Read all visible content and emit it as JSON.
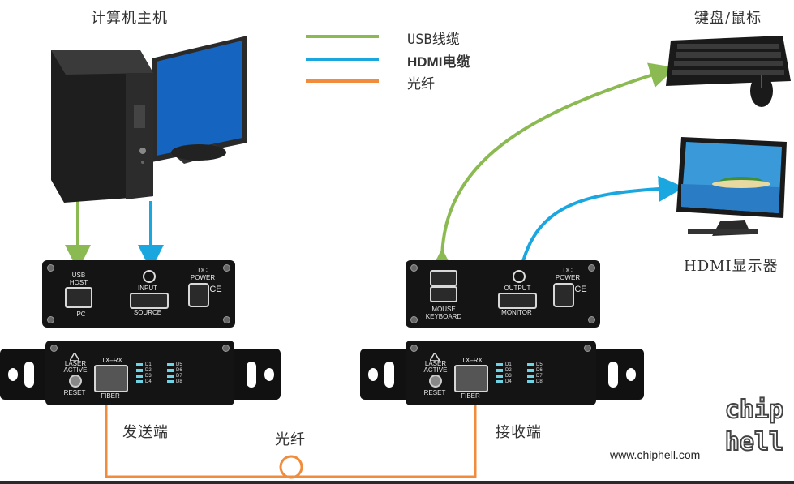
{
  "labels": {
    "pc": "计算机主机",
    "keyboard_mouse": "键盘/鼠标",
    "monitor": "HDMI显示器",
    "sender": "发送端",
    "receiver": "接收端",
    "fiber_bottom": "光纤"
  },
  "legend": [
    {
      "label": "USB线缆",
      "color": "#8cba52"
    },
    {
      "label": "HDMI电缆",
      "color": "#1aa7e0"
    },
    {
      "label": "光纤",
      "color": "#f08c3c"
    }
  ],
  "tx_back": {
    "usb": [
      "USB",
      "HOST"
    ],
    "usb_bottom": "PC",
    "input": "INPUT",
    "source": "SOURCE",
    "dc": [
      "DC",
      "POWER"
    ],
    "ce": "CE"
  },
  "rx_back": {
    "mouse": "MOUSE",
    "keyboard": "KEYBOARD",
    "output": "OUTPUT",
    "monitor": "MONITOR",
    "dc": [
      "DC",
      "POWER"
    ],
    "ce": "CE"
  },
  "front": {
    "laser": "LASER",
    "active": "ACTIVE",
    "reset": "RESET",
    "tx_rx": "TX–RX",
    "fiber": "FIBER",
    "leds_left": [
      "D1",
      "D2",
      "D3",
      "D4"
    ],
    "leds_right": [
      "D5",
      "D6",
      "D7",
      "D8"
    ]
  },
  "watermark": {
    "url": "www.chiphell.com",
    "logo": "chip hell"
  },
  "colors": {
    "usb": "#8cba52",
    "hdmi": "#1aa7e0",
    "fiber": "#f08c3c"
  }
}
